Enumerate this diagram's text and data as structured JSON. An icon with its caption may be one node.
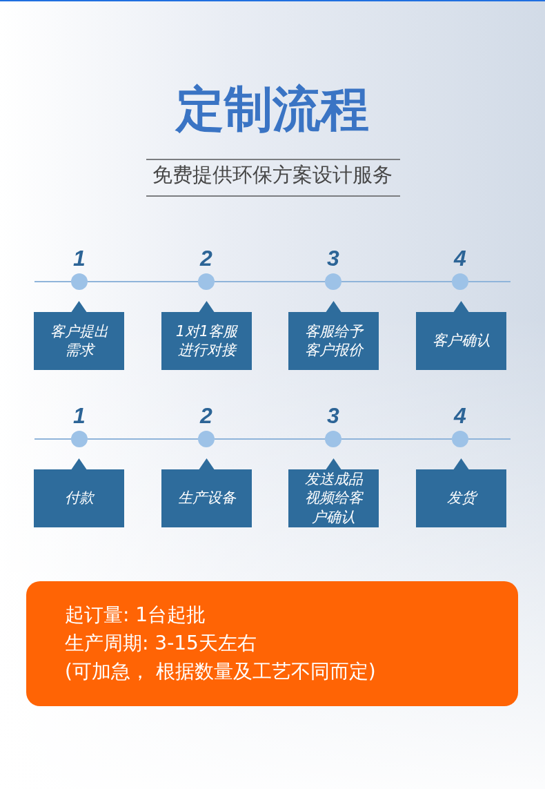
{
  "diagram": {
    "title": "定制流程",
    "nodes": [
      {
        "text": [],
        "shape": "circle",
        "beside": [
          "1"
        ]
      },
      {
        "text": [],
        "shape": "circle",
        "beside": [
          "2"
        ]
      },
      {
        "text": [],
        "shape": "circle",
        "beside": [
          "3"
        ]
      },
      {
        "text": [],
        "shape": "circle",
        "beside": [
          "4"
        ]
      },
      {
        "text": [
          "客户提出需求"
        ]
      },
      {
        "text": [
          "1对1客服进行对接"
        ]
      },
      {
        "text": [
          "客服给予客户报价"
        ]
      },
      {
        "text": [
          "客户确认"
        ]
      },
      {
        "text": [],
        "shape": "circle",
        "beside": [
          "1"
        ]
      },
      {
        "text": [],
        "shape": "circle",
        "beside": [
          "2"
        ]
      },
      {
        "text": [],
        "shape": "circle",
        "beside": [
          "3"
        ]
      },
      {
        "text": [],
        "shape": "circle",
        "beside": [
          "4"
        ]
      },
      {
        "text": [
          "付款"
        ]
      },
      {
        "text": [
          "生产设备"
        ]
      },
      {
        "text": [
          "发送成品视频给客户确认"
        ]
      },
      {
        "text": [
          "发货"
        ]
      },
      {
        "text": [
          "起订量: 1台起批",
          "生产周期: 3-15天左右",
          "(可加急， 根据数量及工艺不同而定)"
        ]
      }
    ],
    "edges": [
      {
        "from": null,
        "to": 0,
        "arrow": "none"
      },
      {
        "from": 0,
        "to": 1,
        "arrow": "none"
      },
      {
        "from": 1,
        "to": 2,
        "arrow": "none"
      },
      {
        "from": 2,
        "to": 3,
        "arrow": "none"
      },
      {
        "from": 3,
        "to": null,
        "arrow": "none"
      },
      {
        "from": null,
        "to": 8,
        "arrow": "none"
      },
      {
        "from": 8,
        "to": 9,
        "arrow": "none"
      },
      {
        "from": 9,
        "to": 10,
        "arrow": "none"
      },
      {
        "from": 10,
        "to": 11,
        "arrow": "none"
      },
      {
        "from": 11,
        "to": null,
        "arrow": "none"
      }
    ],
    "labels": [
      "免费提供环保方案设计服务"
    ]
  }
}
